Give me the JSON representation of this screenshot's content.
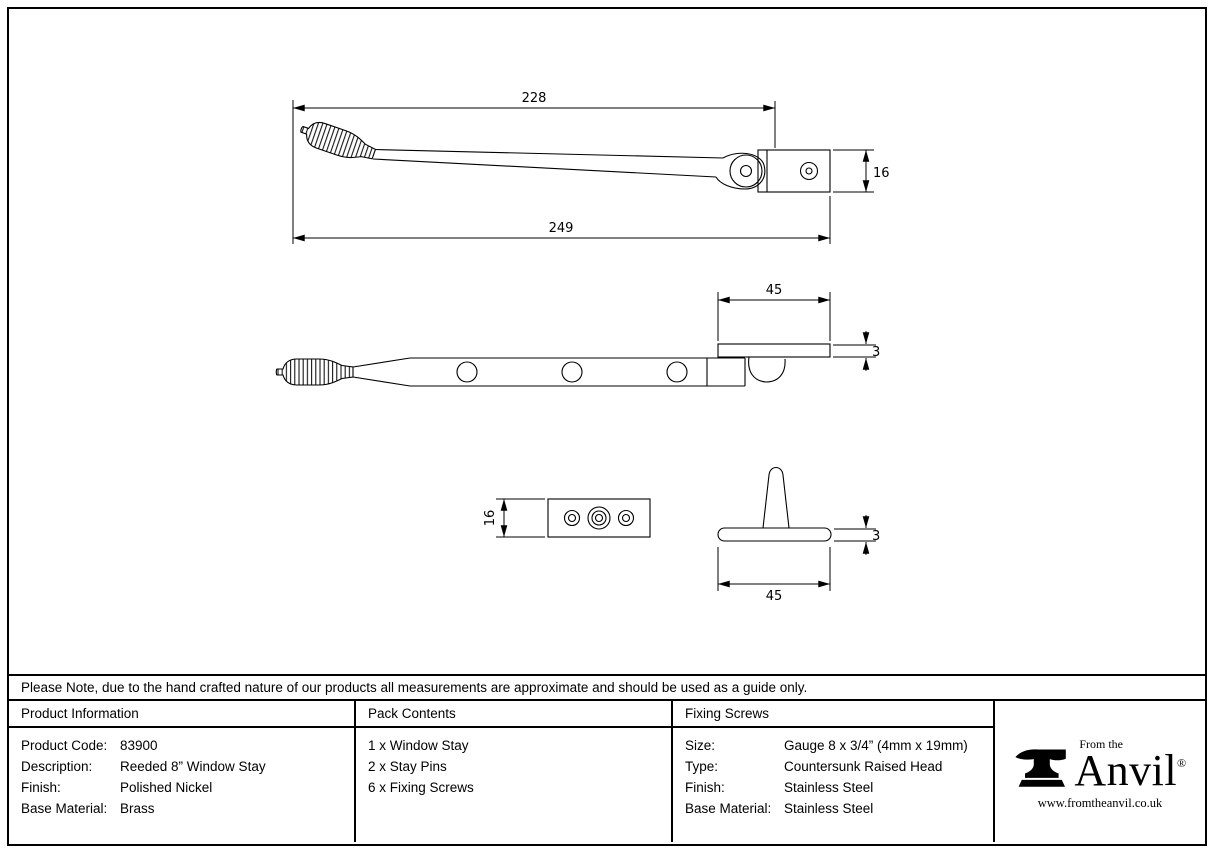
{
  "colors": {
    "background": "#ffffff",
    "line": "#000000"
  },
  "note": "Please Note, due to the hand crafted nature of our products all measurements are approximate and should be used as a guide only.",
  "drawing": {
    "dim_arm_228": "228",
    "dim_overall_249": "249",
    "dim_plate_height_16": "16",
    "dim_keep_45": "45",
    "dim_keep_thickness_3": "3",
    "dim_keep_plate_16": "16",
    "dim_pin_base_3": "3",
    "dim_pin_base_45": "45"
  },
  "product_information": {
    "header": "Product Information",
    "rows": [
      {
        "label": "Product Code:",
        "value": "83900"
      },
      {
        "label": "Description:",
        "value": "Reeded 8” Window Stay"
      },
      {
        "label": "Finish:",
        "value": "Polished Nickel"
      },
      {
        "label": "Base Material:",
        "value": "Brass"
      }
    ]
  },
  "pack_contents": {
    "header": "Pack Contents",
    "items": [
      "1 x Window Stay",
      "2 x Stay Pins",
      "6 x Fixing Screws"
    ]
  },
  "fixing_screws": {
    "header": "Fixing Screws",
    "rows": [
      {
        "label": "Size:",
        "value": "Gauge 8 x 3/4” (4mm x 19mm)"
      },
      {
        "label": "Type:",
        "value": "Countersunk Raised Head"
      },
      {
        "label": "Finish:",
        "value": "Stainless Steel"
      },
      {
        "label": "Base Material:",
        "value": "Stainless Steel"
      }
    ]
  },
  "logo": {
    "tagline": "From the",
    "name": "Anvil",
    "registered": "®",
    "website": "www.fromtheanvil.co.uk"
  }
}
